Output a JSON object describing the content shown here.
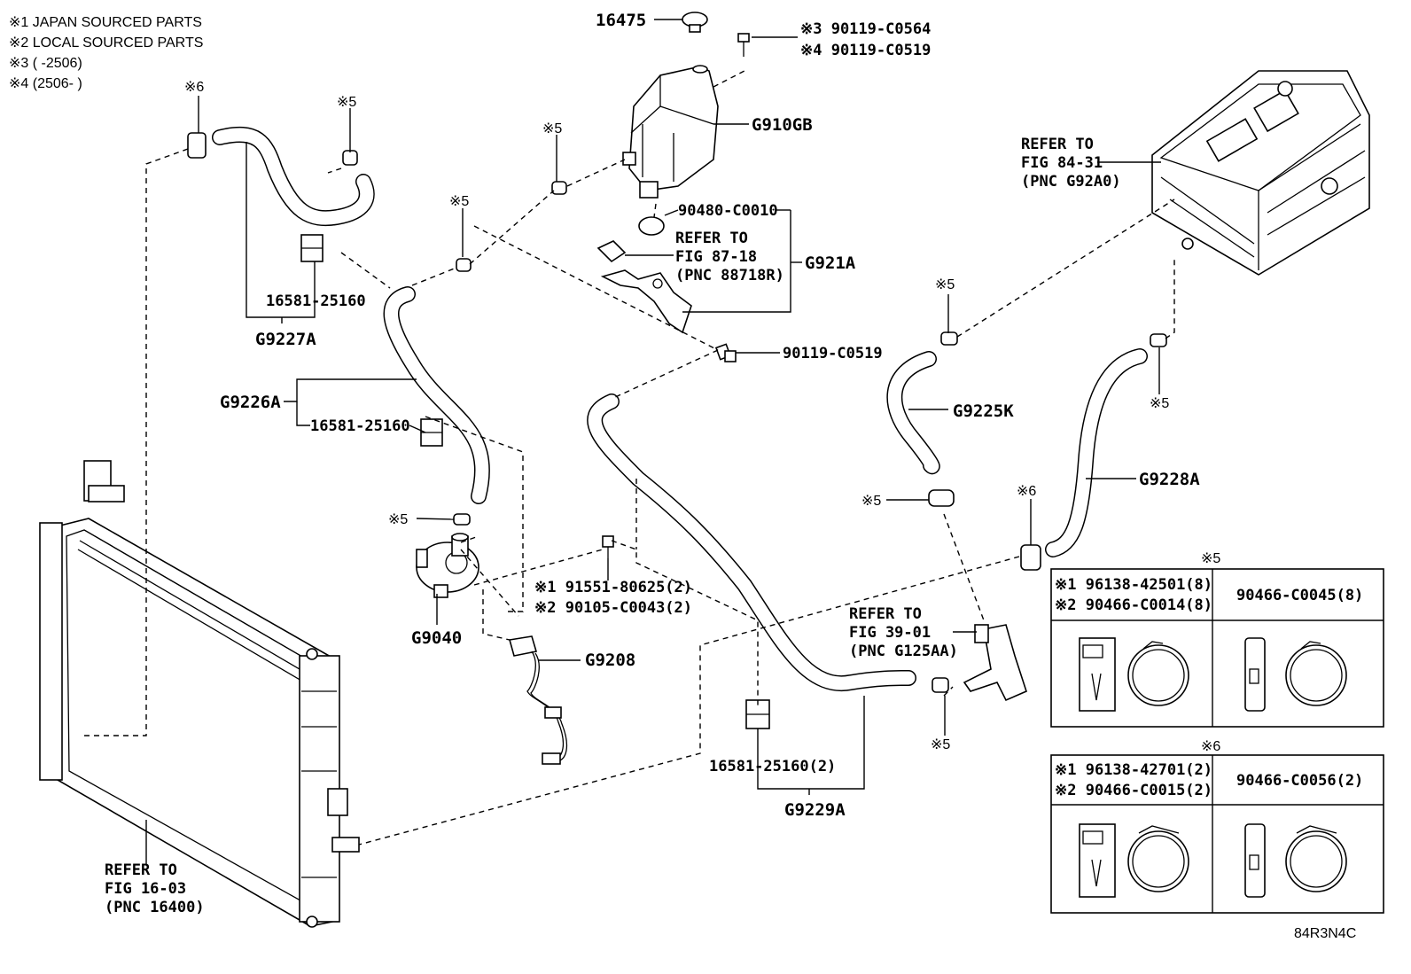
{
  "notes": [
    "※1 JAPAN SOURCED PARTS",
    "※2 LOCAL SOURCED PARTS",
    "※3 (      -2506)",
    "※4 (2506-      )"
  ],
  "callouts": {
    "cap": "16475",
    "bolt_top_1": "※3 90119-C0564",
    "bolt_top_2": "※4 90119-C0519",
    "reservoir": "G910GB",
    "grommet": "90480-C0010",
    "bracket_ref_1": "REFER TO",
    "bracket_ref_2": "FIG 87-18",
    "bracket_ref_3": "(PNC 88718R)",
    "bracket_group": "G921A",
    "bolt_bracket": "90119-C0519",
    "clamp_upper": "16581-25160",
    "hose_upper": "G9227A",
    "hose_mid": "G9226A",
    "clamp_mid": "16581-25160",
    "pump": "G9040",
    "bolt_pump_1": "※1 91551-80625(2)",
    "bolt_pump_2": "※2 90105-C0043(2)",
    "wire": "G9208",
    "clamp_lower": "16581-25160(2)",
    "hose_long": "G9229A",
    "hose_k": "G9225K",
    "hose_right": "G9228A",
    "inverter_ref_1": "REFER TO",
    "inverter_ref_2": "FIG 84-31",
    "inverter_ref_3": "(PNC G92A0)",
    "pipe_ref_1": "REFER TO",
    "pipe_ref_2": "FIG 39-01",
    "pipe_ref_3": "(PNC G125AA)",
    "radiator_ref_1": "REFER TO",
    "radiator_ref_2": "FIG 16-03",
    "radiator_ref_3": "(PNC 16400)",
    "m5": "※5",
    "m6": "※6",
    "code": "84R3N4C"
  },
  "clamp_table_5": {
    "title": "※5",
    "left_1": "※1 96138-42501(8)",
    "left_2": "※2 90466-C0014(8)",
    "right": "90466-C0045(8)"
  },
  "clamp_table_6": {
    "title": "※6",
    "left_1": "※1 96138-42701(2)",
    "left_2": "※2 90466-C0015(2)",
    "right": "90466-C0056(2)"
  }
}
